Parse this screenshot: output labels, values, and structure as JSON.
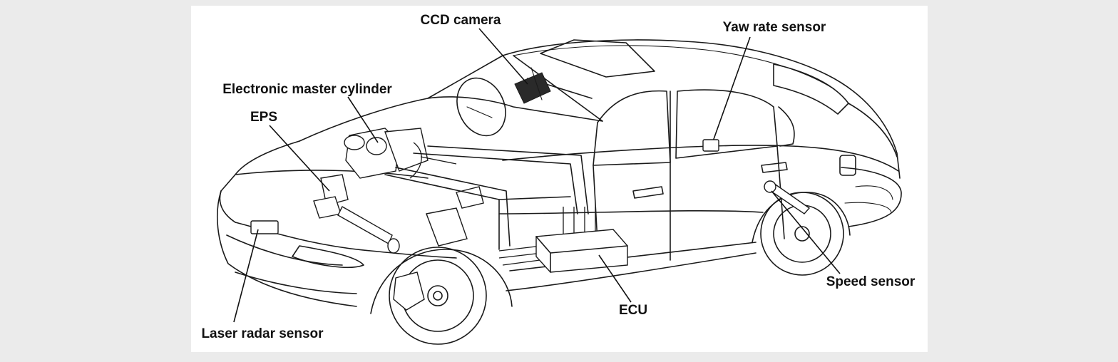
{
  "labels": {
    "ccd_camera": "CCD camera",
    "yaw_rate_sensor": "Yaw rate sensor",
    "electronic_master_cylinder": "Electronic master cylinder",
    "eps": "EPS",
    "laser_radar_sensor": "Laser radar sensor",
    "ecu": "ECU",
    "speed_sensor": "Speed sensor"
  },
  "colors": {
    "background": "#ebebeb",
    "panel": "#ffffff",
    "line": "#1a1a1a"
  }
}
